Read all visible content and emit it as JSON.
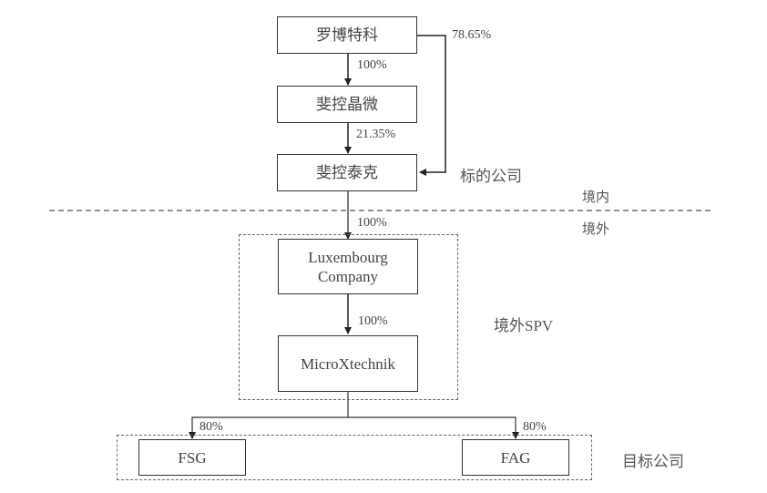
{
  "nodes": {
    "robotech": "罗博特科",
    "feikong_jingwei": "斐控晶微",
    "feikong_taike": "斐控泰克",
    "luxembourg": "Luxembourg\nCompany",
    "microxtechnik": "MicroXtechnik",
    "fsg": "FSG",
    "fag": "FAG"
  },
  "edges": {
    "robotech_to_jingwei": "100%",
    "robotech_to_taike": "78.65%",
    "jingwei_to_taike": "21.35%",
    "taike_to_luxembourg": "100%",
    "luxembourg_to_microx": "100%",
    "microx_to_fsg": "80%",
    "microx_to_fag": "80%"
  },
  "annotations": {
    "target_company": "标的公司",
    "domestic": "境内",
    "overseas": "境外",
    "overseas_spv": "境外SPV",
    "target_companies": "目标公司"
  }
}
